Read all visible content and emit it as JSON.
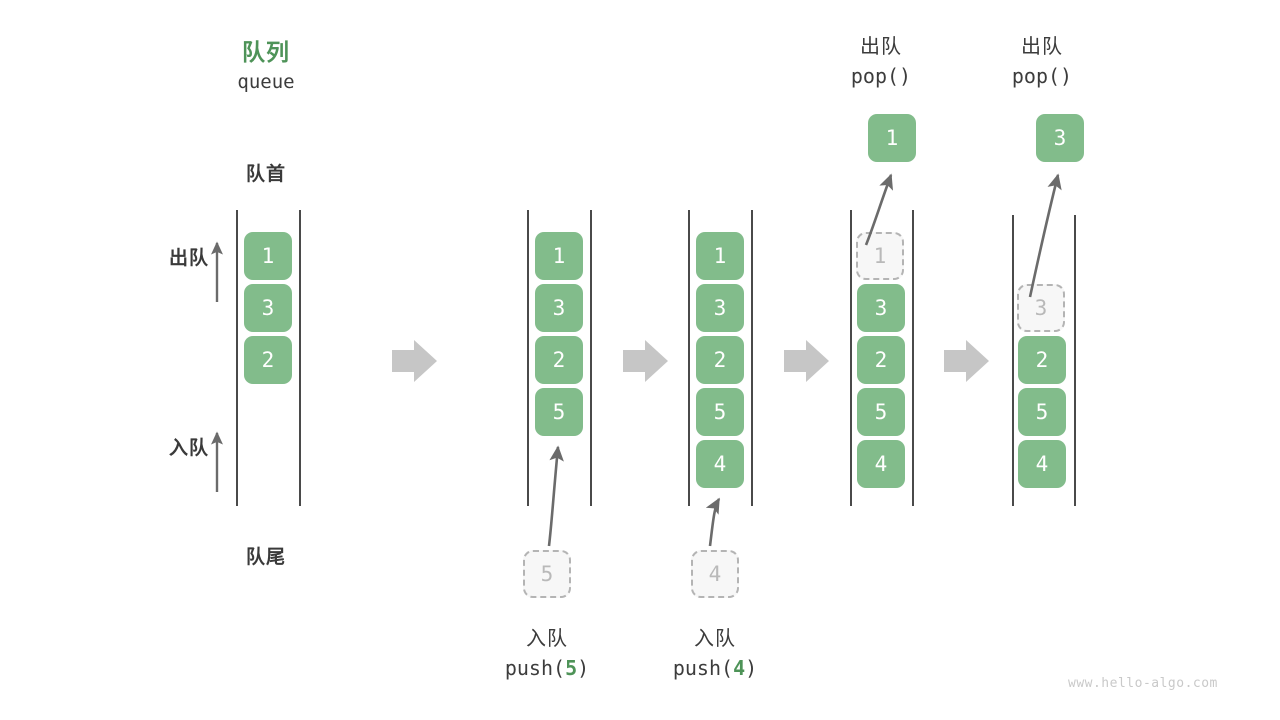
{
  "page": {
    "watermark": "www.hello-algo.com",
    "accent_color": "#4E9358",
    "cell_color": "#82BC8B",
    "ghost_fill": "#F7F7F7",
    "ghost_border": "#B4B4B4",
    "rail_color": "#4A4A4A",
    "arrow_gray": "#C6C6C6",
    "curve_gray": "#666666"
  },
  "header": {
    "title_cn": "队列",
    "title_code": "queue"
  },
  "annotations": {
    "head_label": "队首",
    "tail_label": "队尾",
    "pop_side_label": "出队",
    "push_side_label": "入队"
  },
  "stages": [
    {
      "id": "initial",
      "op_cn": "",
      "op_code": "",
      "cells": [
        "1",
        "3",
        "2"
      ],
      "ghost_index": null,
      "incoming": null,
      "popped": null,
      "caption_cn": "",
      "caption_code_prefix": "",
      "caption_code_value": "",
      "caption_code_suffix": ""
    },
    {
      "id": "push-5",
      "op_cn": "",
      "op_code": "",
      "cells": [
        "1",
        "3",
        "2",
        "5"
      ],
      "ghost_index": null,
      "incoming": "5",
      "popped": null,
      "caption_cn": "入队",
      "caption_code_prefix": "push(",
      "caption_code_value": "5",
      "caption_code_suffix": ")"
    },
    {
      "id": "push-4",
      "op_cn": "",
      "op_code": "",
      "cells": [
        "1",
        "3",
        "2",
        "5",
        "4"
      ],
      "ghost_index": null,
      "incoming": "4",
      "popped": null,
      "caption_cn": "入队",
      "caption_code_prefix": "push(",
      "caption_code_value": "4",
      "caption_code_suffix": ")"
    },
    {
      "id": "pop-1",
      "op_cn": "出队",
      "op_code": "pop()",
      "cells": [
        "1",
        "3",
        "2",
        "5",
        "4"
      ],
      "ghost_index": 0,
      "incoming": null,
      "popped": "1",
      "caption_cn": "",
      "caption_code_prefix": "",
      "caption_code_value": "",
      "caption_code_suffix": ""
    },
    {
      "id": "pop-3",
      "op_cn": "出队",
      "op_code": "pop()",
      "cells": [
        "3",
        "2",
        "5",
        "4"
      ],
      "ghost_index": 0,
      "incoming": null,
      "popped": "3",
      "caption_cn": "",
      "caption_code_prefix": "",
      "caption_code_value": "",
      "caption_code_suffix": ""
    }
  ],
  "transition_arrows": [
    {
      "name": "transition-arrow-1"
    },
    {
      "name": "transition-arrow-2"
    },
    {
      "name": "transition-arrow-3"
    },
    {
      "name": "transition-arrow-4"
    }
  ]
}
